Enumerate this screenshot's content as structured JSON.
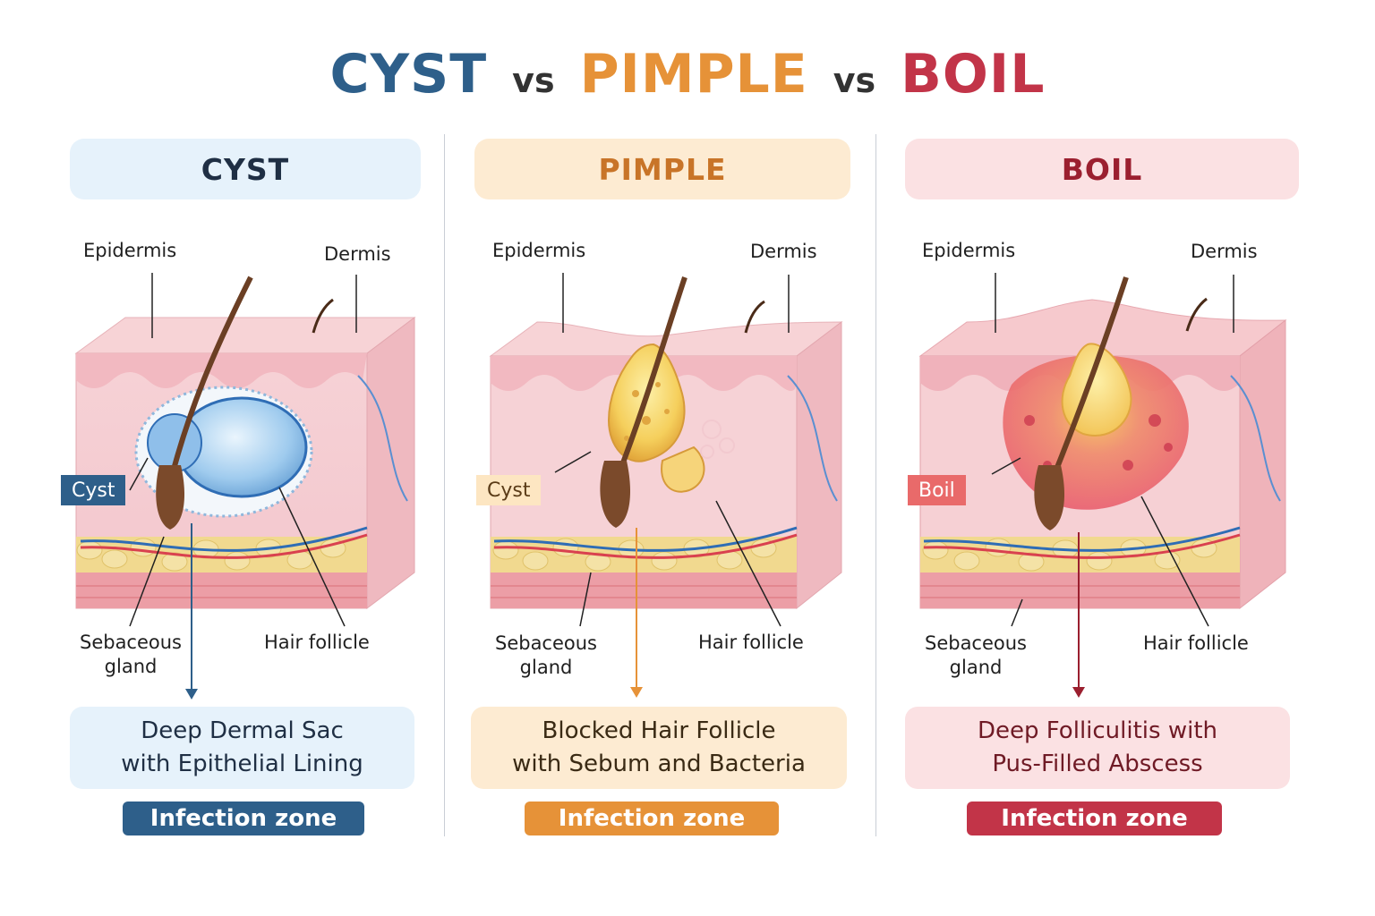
{
  "title": {
    "cyst": "CYST",
    "vs1": "vs",
    "pimple": "PIMPLE",
    "vs2": "vs",
    "boil": "BOIL"
  },
  "colors": {
    "cyst": "#2e5f8a",
    "pimple": "#e69238",
    "boil": "#c23448",
    "cyst_bg": "#e6f2fb",
    "pimple_bg": "#fdebd2",
    "boil_bg": "#fbe1e3"
  },
  "panels": [
    {
      "heading": "CYST",
      "labels": {
        "epidermis": "Epidermis",
        "dermis": "Dermis",
        "sebaceous": "Sebaceous\ngland",
        "hair_follicle": "Hair follicle"
      },
      "tag": "Cyst",
      "description": [
        "Deep Dermal Sac",
        "with Epithelial Lining"
      ],
      "zone": "Infection zone"
    },
    {
      "heading": "PIMPLE",
      "labels": {
        "epidermis": "Epidermis",
        "dermis": "Dermis",
        "sebaceous": "Sebaceous\ngland",
        "hair_follicle": "Hair follicle"
      },
      "tag": "Cyst",
      "description": [
        "Blocked Hair Follicle",
        "with Sebum and Bacteria"
      ],
      "zone": "Infection zone"
    },
    {
      "heading": "BOIL",
      "labels": {
        "epidermis": "Epidermis",
        "dermis": "Dermis",
        "sebaceous": "Sebaceous\ngland",
        "hair_follicle": "Hair follicle"
      },
      "tag": "Boil",
      "description": [
        "Deep Folliculitis with",
        "Pus-Filled Abscess"
      ],
      "zone": "Infection zone"
    }
  ]
}
